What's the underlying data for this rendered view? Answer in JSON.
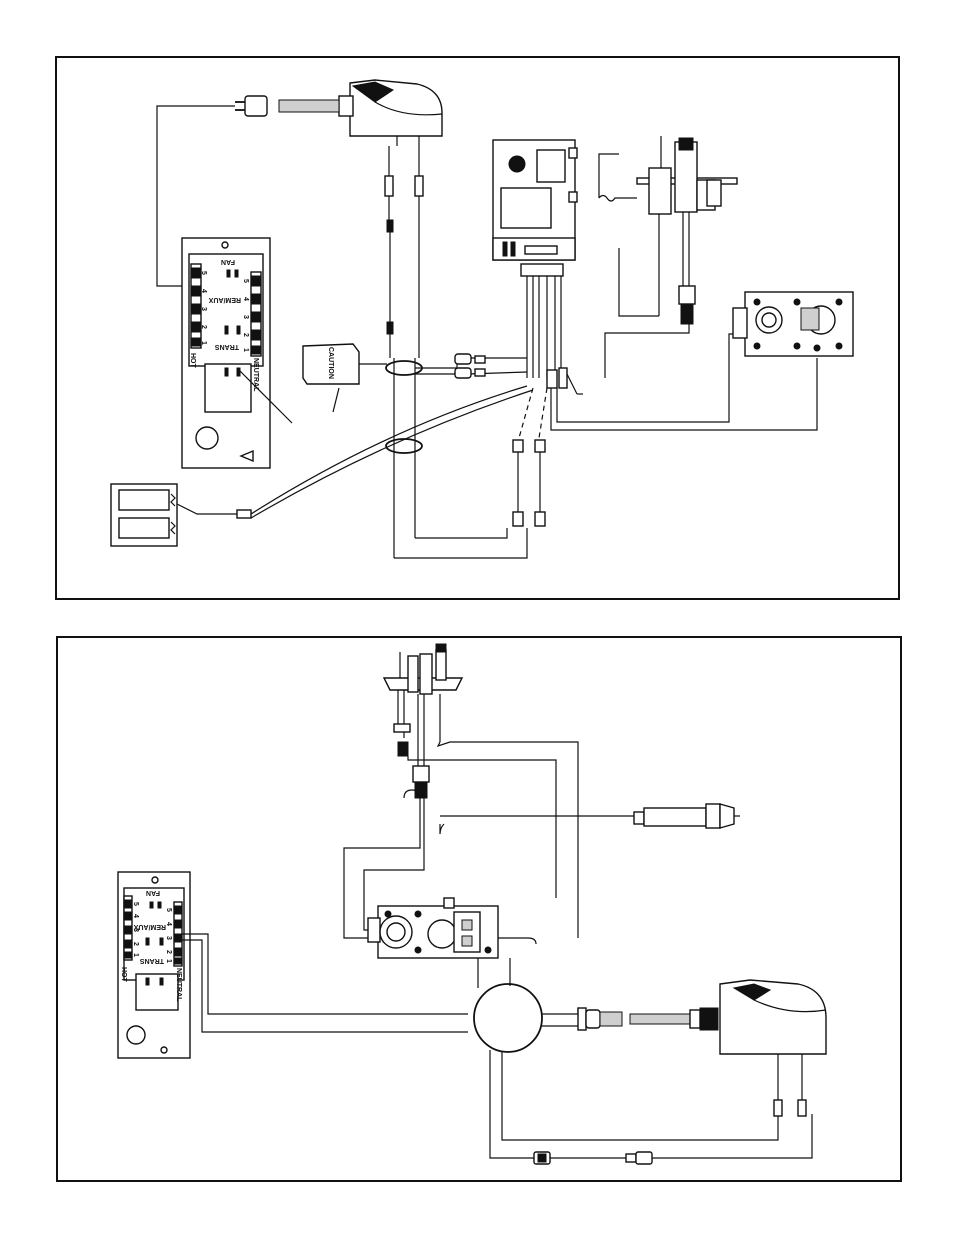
{
  "diagrams": [
    {
      "id": "top",
      "junction_box": {
        "hot_label": "HOT",
        "neutral_label": "NEUTRAL",
        "trans_label": "TRANS",
        "fan_label": "FAN",
        "rem_aux_label": "REM/AUX",
        "terminals_left": [
          "5",
          "4",
          "3",
          "2",
          "1"
        ],
        "terminals_right": [
          "5",
          "4",
          "3",
          "2",
          "1"
        ]
      },
      "caution_tag": {
        "text": "CAUTION"
      }
    },
    {
      "id": "bottom",
      "junction_box": {
        "hot_label": "HOT",
        "neutral_label": "NEUTRAL",
        "trans_label": "TRANS",
        "fan_label": "FAN",
        "rem_aux_label": "REM/AUX",
        "terminals_left": [
          "5",
          "4",
          "3",
          "2",
          "1"
        ],
        "terminals_right": [
          "5",
          "4",
          "3",
          "2",
          "1"
        ]
      }
    }
  ]
}
